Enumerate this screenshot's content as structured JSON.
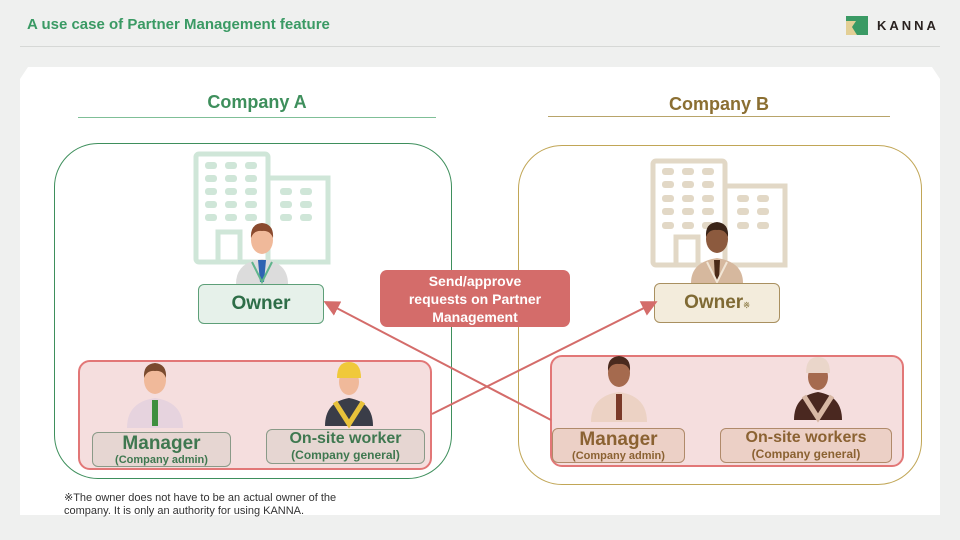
{
  "header": {
    "title": "A use case of Partner Management feature",
    "logo_text": "KANNA"
  },
  "colors": {
    "title_green": "#3a9a64",
    "company_a": "#3e8f5c",
    "company_b": "#8b6f32",
    "red_accent": "#d46c6a",
    "team_bg": "#f5dede"
  },
  "company_a": {
    "name": "Company A",
    "building_icon": "building-icon",
    "owner": {
      "icon": "owner-person-icon",
      "label": "Owner"
    },
    "team": [
      {
        "icon": "manager-person-icon",
        "role": "Manager",
        "sub": "(Company admin)"
      },
      {
        "icon": "worker-hardhat-icon",
        "role": "On-site worker",
        "sub": "(Company general)"
      }
    ]
  },
  "company_b": {
    "name": "Company B",
    "building_icon": "building-icon",
    "owner": {
      "icon": "owner-person-icon",
      "label": "Owner",
      "mark": "※"
    },
    "team": [
      {
        "icon": "manager-person-icon",
        "role": "Manager",
        "sub": "(Company admin)"
      },
      {
        "icon": "worker-hardhat-icon",
        "role": "On-site workers",
        "sub": "(Company general)"
      }
    ]
  },
  "callout": {
    "line1": "Send/approve",
    "line2": "requests on Partner",
    "line3": "Management"
  },
  "footnote": {
    "line1": "※The owner does not have to be an actual owner of the",
    "line2": "company. It is only an authority for using KANNA."
  }
}
